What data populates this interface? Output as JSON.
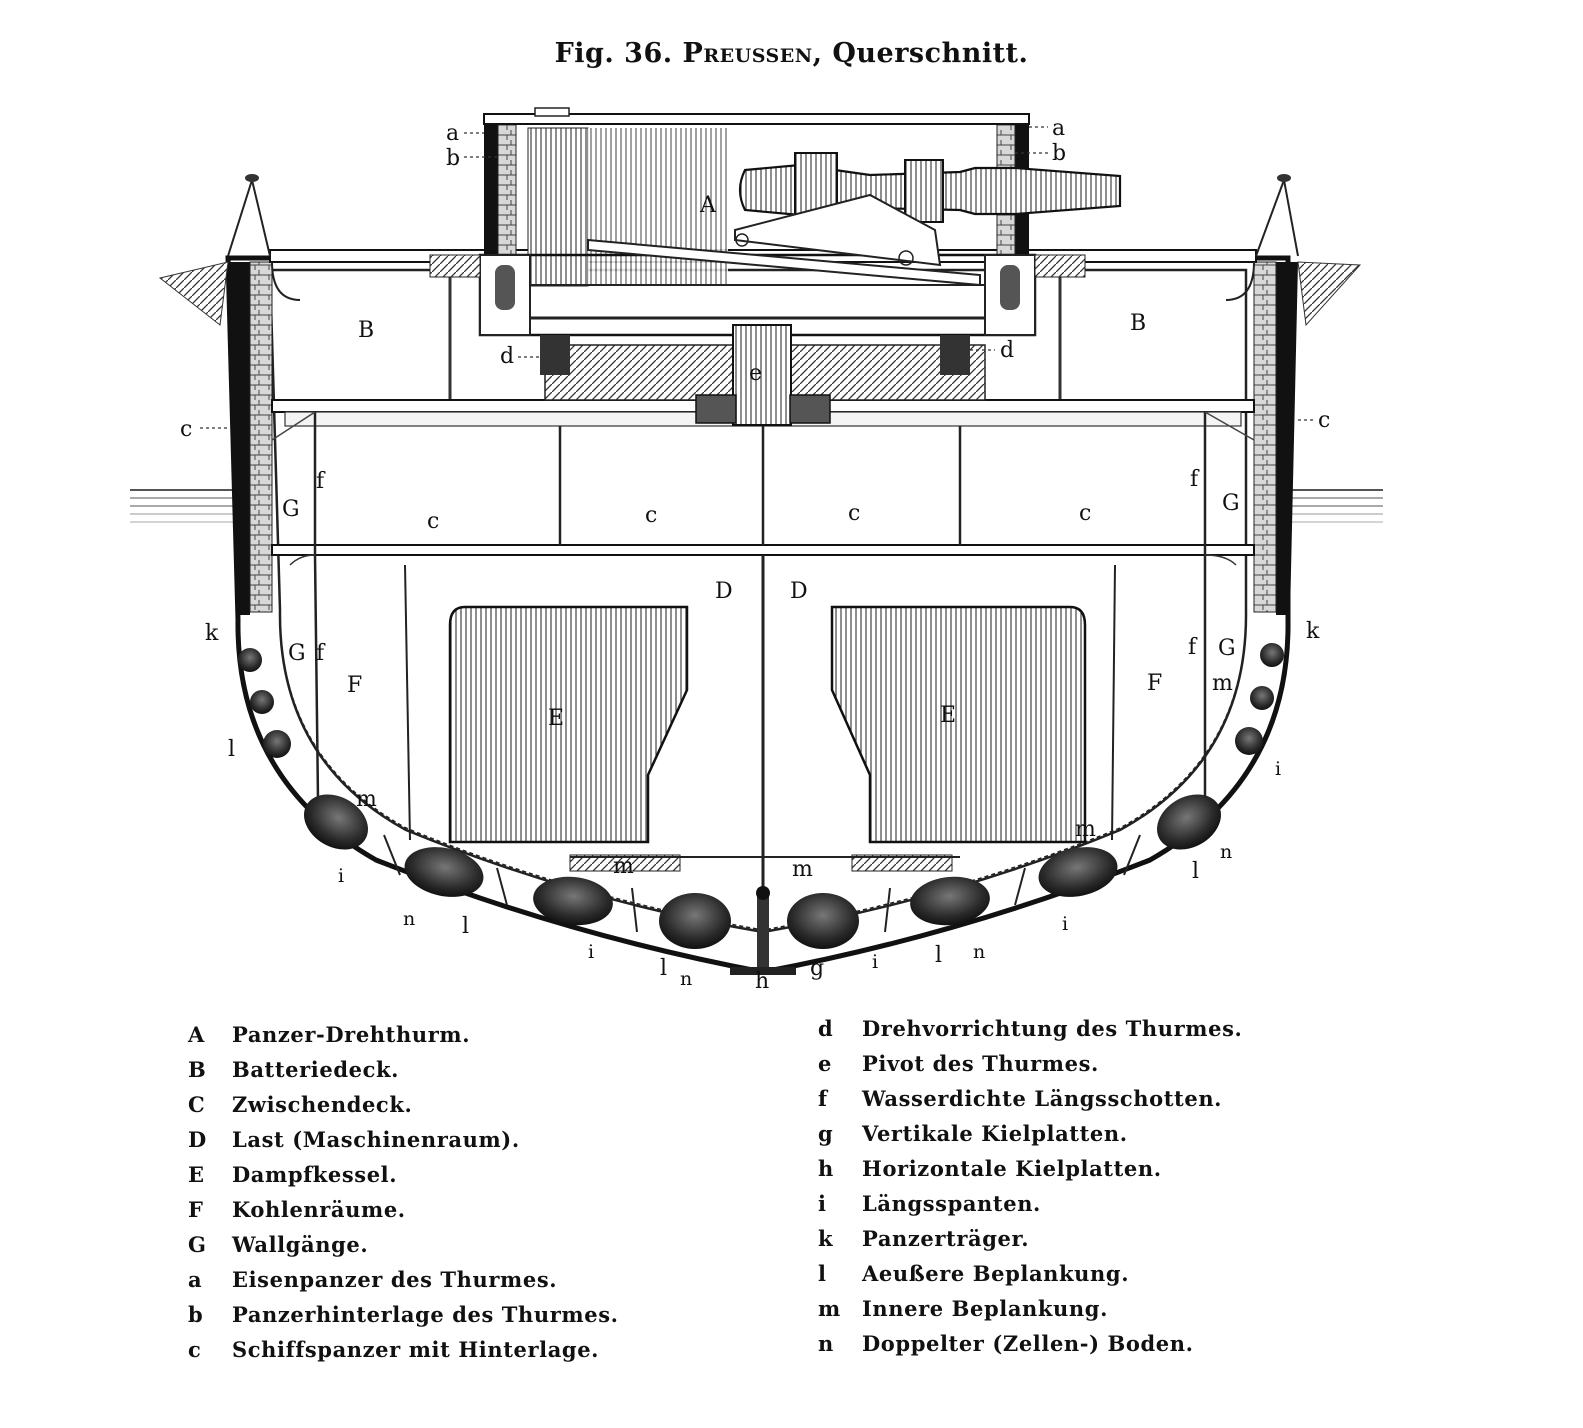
{
  "title": {
    "prefix": "Fig. 36.",
    "ship": "Preussen,",
    "suffix": "Querschnitt."
  },
  "labels": {
    "A": "A",
    "B": "B",
    "C": "C",
    "D": "D",
    "E": "E",
    "F": "F",
    "G": "G",
    "a": "a",
    "b": "b",
    "c": "c",
    "d": "d",
    "e": "e",
    "f": "f",
    "g": "g",
    "h": "h",
    "i": "i",
    "k": "k",
    "l": "l",
    "m": "m",
    "n": "n"
  },
  "legend_left": [
    {
      "key": "A",
      "text": "Panzer-Drehthurm."
    },
    {
      "key": "B",
      "text": "Batteriedeck."
    },
    {
      "key": "C",
      "text": "Zwischendeck."
    },
    {
      "key": "D",
      "text": "Last (Maschinenraum)."
    },
    {
      "key": "E",
      "text": "Dampfkessel."
    },
    {
      "key": "F",
      "text": "Kohlenräume."
    },
    {
      "key": "G",
      "text": "Wallgänge."
    },
    {
      "key": "a",
      "text": "Eisenpanzer des Thurmes."
    },
    {
      "key": "b",
      "text": "Panzerhinterlage des Thurmes."
    },
    {
      "key": "c",
      "text": "Schiffspanzer mit Hinterlage."
    }
  ],
  "legend_right": [
    {
      "key": "d",
      "text": "Drehvorrichtung des Thurmes."
    },
    {
      "key": "e",
      "text": "Pivot des Thurmes."
    },
    {
      "key": "f",
      "text": "Wasserdichte Längsschotten."
    },
    {
      "key": "g",
      "text": "Vertikale Kielplatten."
    },
    {
      "key": "h",
      "text": "Horizontale Kielplatten."
    },
    {
      "key": "i",
      "text": "Längsspanten."
    },
    {
      "key": "k",
      "text": "Panzerträger."
    },
    {
      "key": "l",
      "text": "Aeußere Beplankung."
    },
    {
      "key": "m",
      "text": "Innere Beplankung."
    },
    {
      "key": "n",
      "text": "Doppelter (Zellen-) Boden."
    }
  ]
}
